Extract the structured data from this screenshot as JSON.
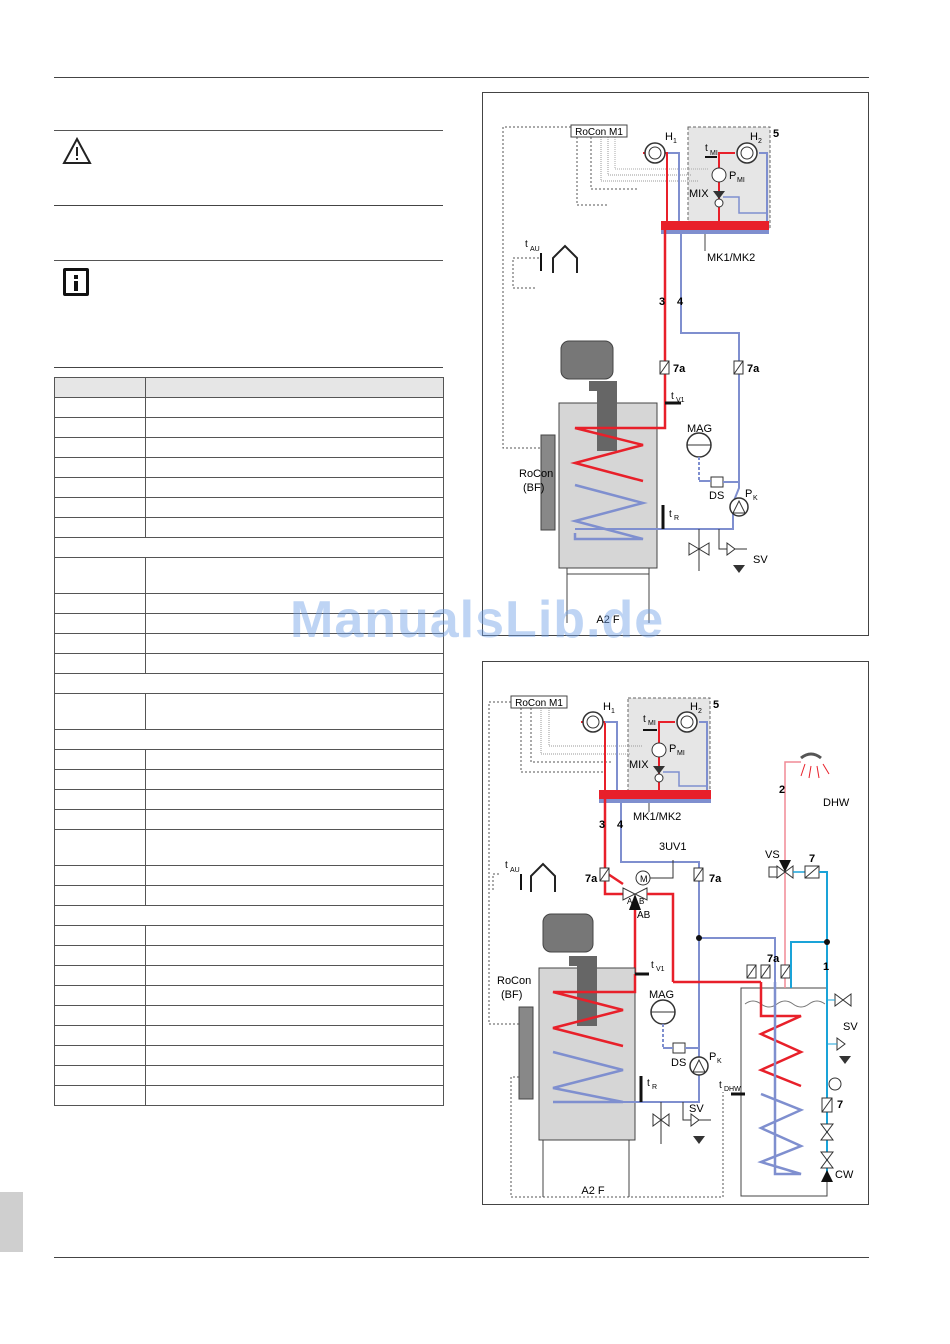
{
  "watermark": "ManualsLib.de",
  "table": {
    "rows": [
      {
        "kind": "head"
      },
      {
        "kind": "row"
      },
      {
        "kind": "row"
      },
      {
        "kind": "row"
      },
      {
        "kind": "row"
      },
      {
        "kind": "row"
      },
      {
        "kind": "row"
      },
      {
        "kind": "row"
      },
      {
        "kind": "full"
      },
      {
        "kind": "tall"
      },
      {
        "kind": "row"
      },
      {
        "kind": "row"
      },
      {
        "kind": "row"
      },
      {
        "kind": "row"
      },
      {
        "kind": "full"
      },
      {
        "kind": "tall"
      },
      {
        "kind": "full"
      },
      {
        "kind": "row"
      },
      {
        "kind": "row"
      },
      {
        "kind": "row"
      },
      {
        "kind": "row"
      },
      {
        "kind": "tall"
      },
      {
        "kind": "row"
      },
      {
        "kind": "row"
      },
      {
        "kind": "full"
      },
      {
        "kind": "row"
      },
      {
        "kind": "row"
      },
      {
        "kind": "row"
      },
      {
        "kind": "row"
      },
      {
        "kind": "row"
      },
      {
        "kind": "row"
      },
      {
        "kind": "row"
      },
      {
        "kind": "row"
      },
      {
        "kind": "row"
      }
    ]
  },
  "fig1": {
    "rocon_m1": "RoCon M1",
    "h1": "H",
    "h1_sub": "1",
    "h2": "H",
    "h2_sub": "2",
    "tmi": "t",
    "tmi_sub": "MI",
    "pmi": "P",
    "pmi_sub": "MI",
    "mix": "MIX",
    "num5": "5",
    "mk": "MK1/MK2",
    "tau": "t",
    "tau_sub": "AU",
    "n3": "3",
    "n4": "4",
    "v7a_left": "7a",
    "v7a_right": "7a",
    "tv1": "t",
    "tv1_sub": "V1",
    "mag": "MAG",
    "ds": "DS",
    "pk": "P",
    "pk_sub": "K",
    "rocon_bf_1": "RoCon",
    "rocon_bf_2": "(BF)",
    "tr": "t",
    "tr_sub": "R",
    "sv": "SV",
    "model": "A2 F"
  },
  "fig2": {
    "rocon_m1": "RoCon M1",
    "h1": "H",
    "h1_sub": "1",
    "h2": "H",
    "h2_sub": "2",
    "tmi": "t",
    "tmi_sub": "MI",
    "pmi": "P",
    "pmi_sub": "MI",
    "mix": "MIX",
    "num5": "5",
    "mk": "MK1/MK2",
    "n3": "3",
    "n4": "4",
    "uv": "3UV1",
    "m": "M",
    "a": "A",
    "b": "B",
    "ab": "AB",
    "v7a_1": "7a",
    "v7a_2": "7a",
    "v7a_3": "7a",
    "tau": "t",
    "tau_sub": "AU",
    "tv1": "t",
    "tv1_sub": "V1",
    "mag": "MAG",
    "ds": "DS",
    "pk": "P",
    "pk_sub": "K",
    "rocon_bf_1": "RoCon",
    "rocon_bf_2": "(BF)",
    "tr": "t",
    "tr_sub": "R",
    "sv1": "SV",
    "tdhw": "t",
    "tdhw_sub": "DHW",
    "dhw": "DHW",
    "n2": "2",
    "vs": "VS",
    "n7": "7",
    "n1": "1",
    "sv2": "SV",
    "n7b": "7",
    "cw": "CW",
    "model": "A2 F"
  },
  "colors": {
    "flow": "#e8202a",
    "return": "#7f8fcf",
    "cold": "#1aa3d8",
    "hot_dhw": "#f08a95",
    "frame": "#444444"
  }
}
